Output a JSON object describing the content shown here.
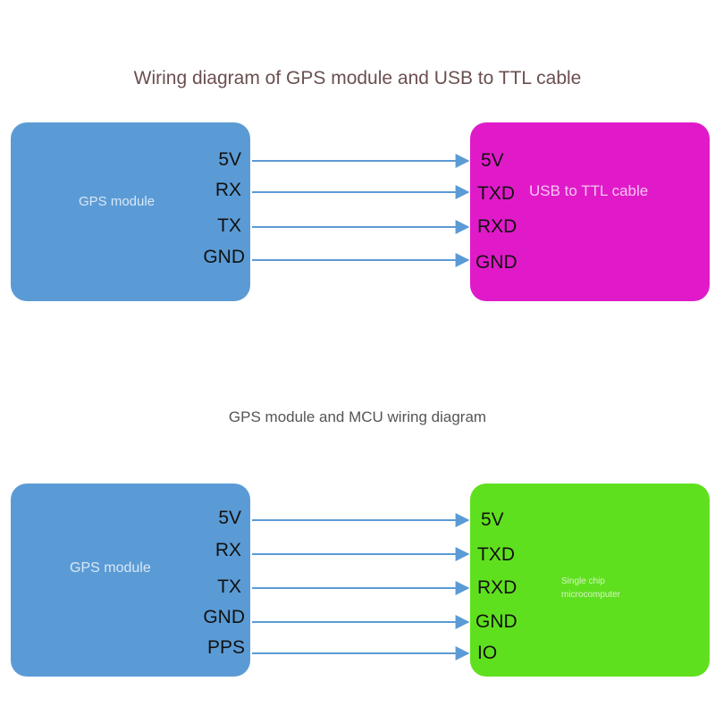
{
  "titles": {
    "top": "Wiring diagram of GPS module and USB to TTL cable",
    "bottom": "GPS module and MCU wiring diagram"
  },
  "diagram1": {
    "left_box_label": "GPS module",
    "right_box_label": "USB to TTL cable",
    "left_pins": [
      "5V",
      "RX",
      "TX",
      "GND"
    ],
    "right_pins": [
      "5V",
      "TXD",
      "RXD",
      "GND"
    ]
  },
  "diagram2": {
    "left_box_label": "GPS module",
    "right_box_label_line1": "Single chip",
    "right_box_label_line2": "microcomputer",
    "left_pins": [
      "5V",
      "RX",
      "TX",
      "GND",
      "PPS"
    ],
    "right_pins": [
      "5V",
      "TXD",
      "RXD",
      "GND",
      "IO"
    ]
  },
  "colors": {
    "gps_box": "#5b9bd5",
    "usb_box": "#e01ac9",
    "mcu_box": "#5fe01f",
    "arrow": "#5b9bd5"
  }
}
